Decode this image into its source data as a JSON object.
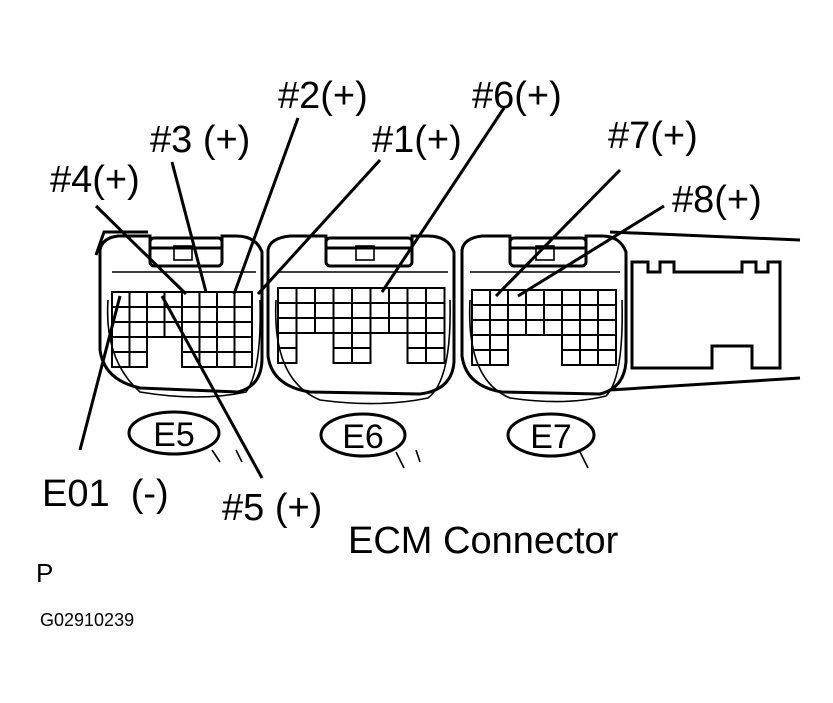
{
  "diagram": {
    "caption": "ECM Connector",
    "view_marker": "P",
    "figure_code": "G02910239",
    "connectors": [
      {
        "id": "E5"
      },
      {
        "id": "E6"
      },
      {
        "id": "E7"
      }
    ],
    "pin_labels": [
      {
        "key": "p4",
        "text": "#4(+)"
      },
      {
        "key": "p3",
        "text": "#3 (+)"
      },
      {
        "key": "p2",
        "text": "#2(+)"
      },
      {
        "key": "p1",
        "text": "#1(+)"
      },
      {
        "key": "p6",
        "text": "#6(+)"
      },
      {
        "key": "p7",
        "text": "#7(+)"
      },
      {
        "key": "p8",
        "text": "#8(+)"
      },
      {
        "key": "p5",
        "text": "#5 (+)"
      },
      {
        "key": "e01",
        "text": "E01  (-)"
      }
    ]
  }
}
